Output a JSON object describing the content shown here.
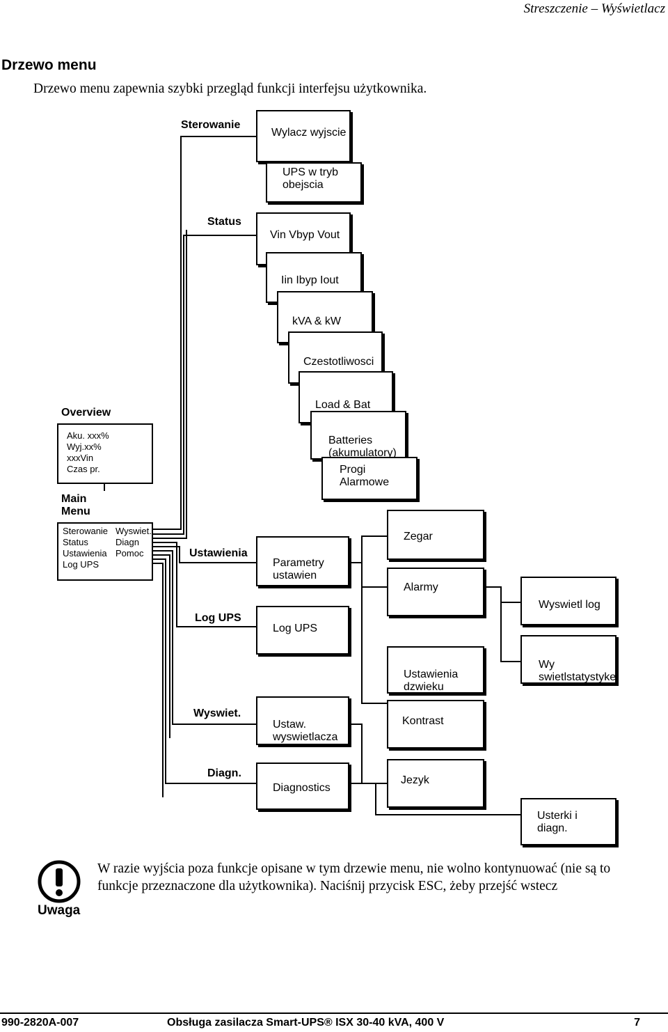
{
  "header": {
    "running_title": "Streszczenie – Wyświetlacz"
  },
  "section": {
    "title": "Drzewo menu",
    "intro": "Drzewo menu zapewnia szybki przegląd funkcji interfejsu użytkownika."
  },
  "overview": {
    "label": "Overview",
    "lines": [
      "Aku. xxx%",
      "Wyj.xx%",
      "xxxVin",
      "Czas pr."
    ]
  },
  "main_menu": {
    "label_line1": "Main",
    "label_line2": "Menu",
    "col1": [
      "Sterowanie",
      "Status",
      "Ustawienia",
      "Log UPS"
    ],
    "col2": [
      "Wyswiet.",
      "Diagn",
      "Pomoc"
    ]
  },
  "branches": {
    "sterowanie": {
      "label": "Sterowanie",
      "items": [
        "Wylacz wyjscie",
        "UPS w tryb",
        "obejscia"
      ]
    },
    "status": {
      "label": "Status",
      "items": [
        "Vin Vbyp Vout",
        "Iin Ibyp Iout",
        "kVA & kW",
        "Czestotliwosci",
        "Load & Bat",
        "Batteries",
        "(akumulatory)",
        "Progi Alarmowe"
      ]
    },
    "ustawienia": {
      "label": "Ustawienia",
      "param_line1": "Parametry",
      "param_line2": "ustawien",
      "items": [
        "Zegar",
        "Alarmy",
        "Ustawienia",
        "dzwieku"
      ]
    },
    "log": {
      "label": "Log UPS",
      "box": "Log UPS",
      "items": [
        "Wyswietl log",
        "Wy",
        "swietlstatystyke"
      ]
    },
    "wyswiet": {
      "label": "Wyswiet.",
      "box_line1": "Ustaw.",
      "box_line2": "wyswietlacza",
      "items": [
        "Kontrast",
        "Jezyk"
      ]
    },
    "diagn": {
      "label": "Diagn.",
      "box": "Diagnostics",
      "items": [
        "Usterki i",
        "diagn."
      ]
    }
  },
  "warning": {
    "icon": "exclamation-icon",
    "label": "Uwaga",
    "text": "W razie wyjścia poza funkcje opisane w tym drzewie menu, nie wolno kontynuować (nie są to funkcje przeznaczone dla użytkownika). Naciśnij przycisk ESC, żeby przejść wstecz"
  },
  "footer": {
    "doc_number": "990-2820A-007",
    "title": "Obsługa zasilacza Smart-UPS® ISX 30-40 kVA, 400 V",
    "page": "7"
  }
}
